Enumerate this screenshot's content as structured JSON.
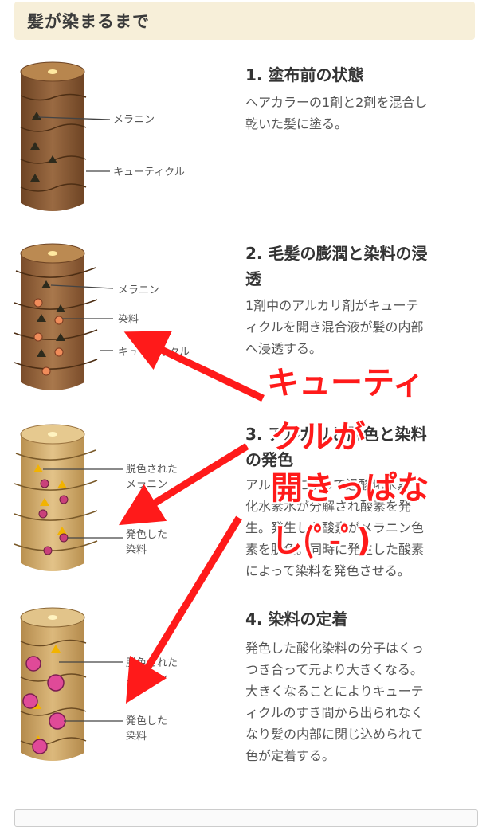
{
  "header": {
    "title": "髪が染まるまで"
  },
  "steps": [
    {
      "title": "1. 塗布前の状態",
      "desc_lines": [
        "ヘアカラーの1剤と2剤を混合し",
        "乾いた髪に塗る。"
      ],
      "labels": [
        "メラニン",
        "キューティクル"
      ]
    },
    {
      "title_lines": [
        "2. 毛髪の膨潤と染料の浸",
        "透"
      ],
      "desc_lines": [
        "1剤中のアルカリ剤がキューテ",
        "ィクルを開き混合液が髪の内部",
        "へ浸透する。"
      ],
      "labels": [
        "メラニン",
        "染料",
        "キューティクル"
      ]
    },
    {
      "title_lines": [
        "3. アルカリと脱色と染料",
        "の発色"
      ],
      "desc_lines": [
        "アルカリによって過酸化水素",
        "化水素水が分解され酸素を発",
        "生。発生した酸素がメラニン色",
        "素を脱色。同時に発生した酸素",
        "によって染料を発色させる。"
      ],
      "labels": [
        "脱色された",
        "メラニン",
        "発色した",
        "染料"
      ]
    },
    {
      "title": "4. 染料の定着",
      "desc_lines": [
        "発色した酸化染料の分子はくっ",
        "つき合って元より大きくなる。",
        "大きくなることによりキューテ",
        "ィクルのすき間から出られなく",
        "なり髪の内部に閉じ込められて",
        "色が定着する。"
      ],
      "labels": [
        "脱色された",
        "メラニン",
        "発色した",
        "染料"
      ]
    }
  ],
  "annotation": {
    "lines": [
      "キューティ",
      "クルが",
      "開きっぱな",
      "し(ﾟ-ﾟ)"
    ],
    "color": "#ff1a1a"
  },
  "colors": {
    "hair_dark": "#8a5a34",
    "hair_light": "#d8b47a",
    "dye_orange": "#f08c5a",
    "dye_magenta": "#d6328a",
    "melanin_dark": "#3b3a2a",
    "melanin_yellow": "#f2b300"
  }
}
